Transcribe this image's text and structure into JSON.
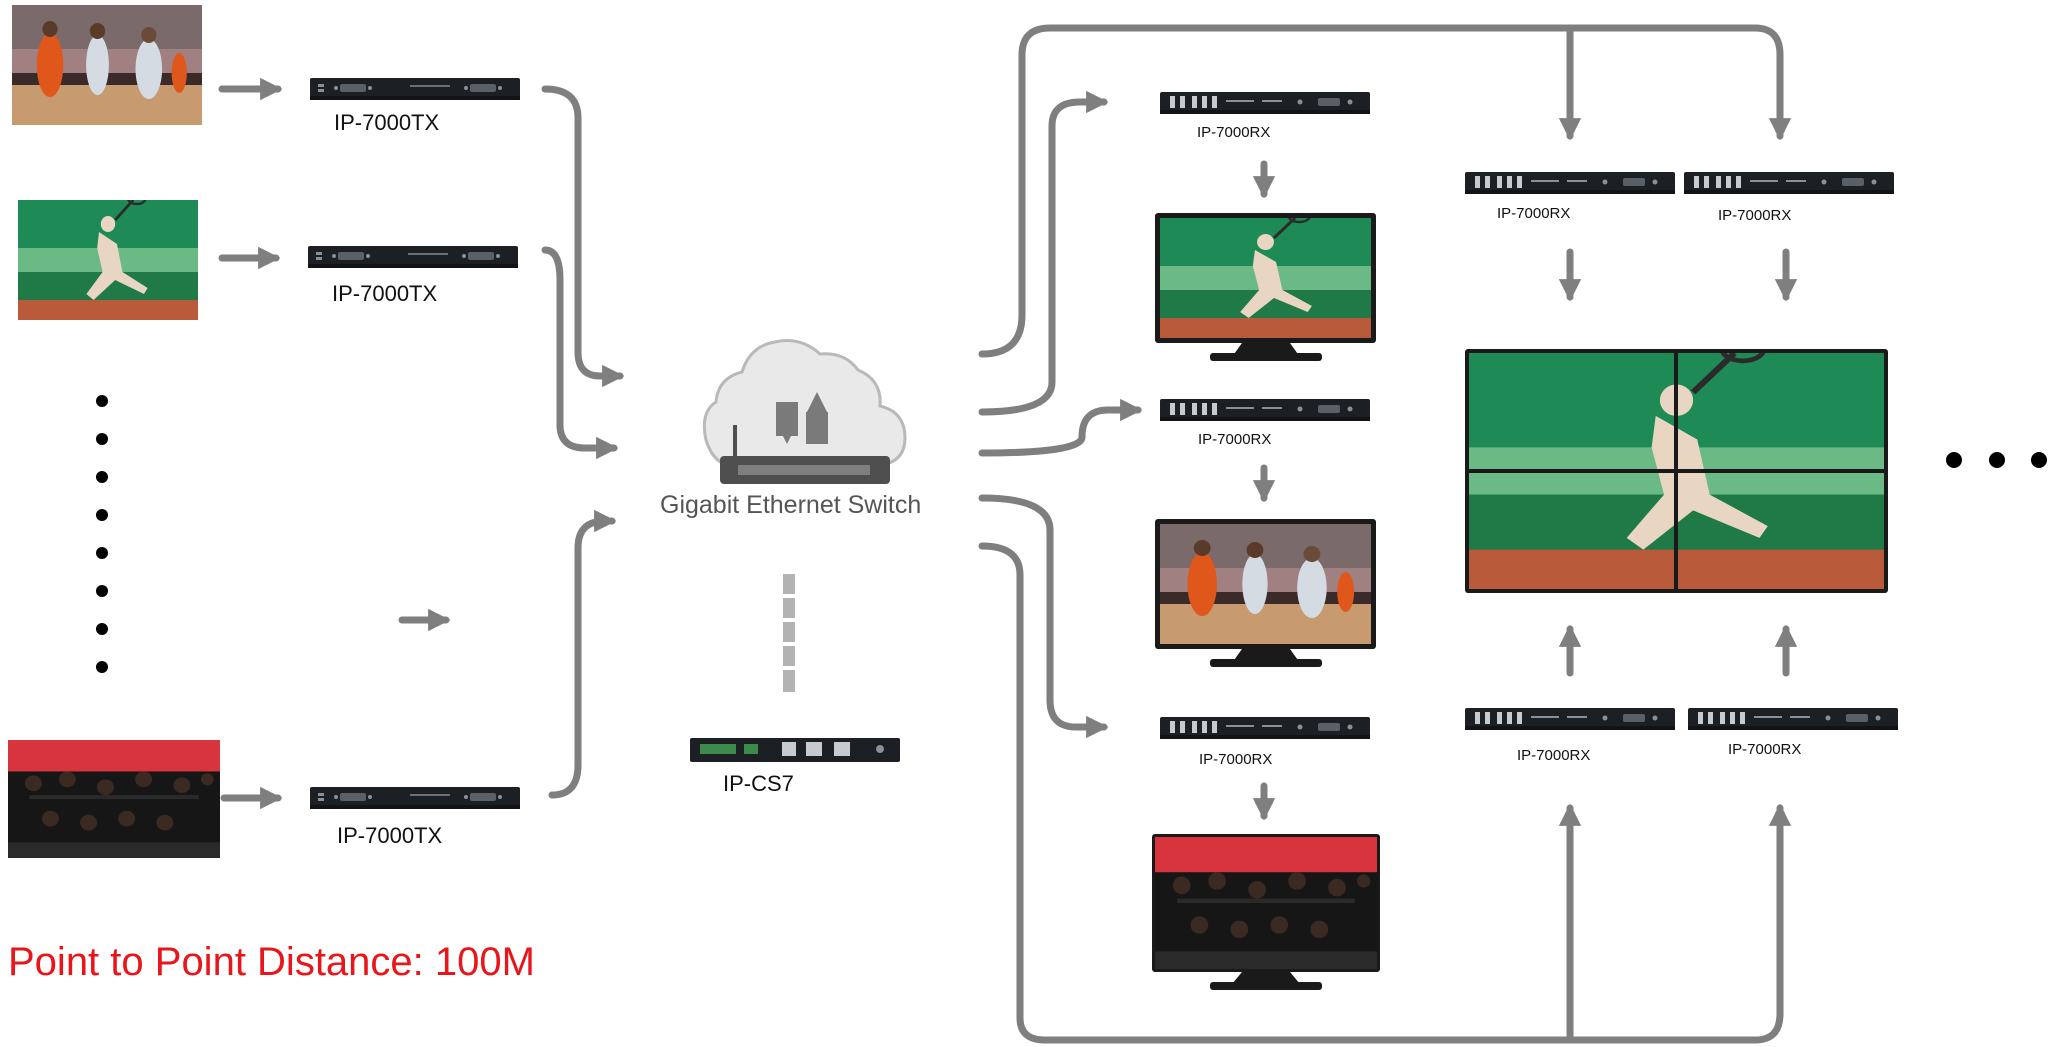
{
  "diagram": {
    "tx_labels": [
      "IP-7000TX",
      "IP-7000TX",
      "IP-7000TX"
    ],
    "switch_label": "Gigabit Ethernet Switch",
    "controller_label": "IP-CS7",
    "rx_labels": [
      "IP-7000RX",
      "IP-7000RX",
      "IP-7000RX",
      "IP-7000RX",
      "IP-7000RX",
      "IP-7000RX",
      "IP-7000RX"
    ],
    "distance_note": "Point to Point Distance: 100M"
  },
  "colors": {
    "arrow": "#7f7f7f",
    "device": "#1c1f24",
    "note": "#e8161a",
    "court": "#1e8a55",
    "court_band": "#6bb985",
    "court_floor": "#b95a3a",
    "crowd": "#3a2a2a",
    "team": "#161616",
    "cloud": "#e9e9ea",
    "cloud_stroke": "#b9b9bb"
  },
  "icons": {
    "source": [
      "basketball-photo",
      "tennis-photo",
      "rugby-photo"
    ],
    "switch": "cloud-switch-icon",
    "controller": "controller-device-icon",
    "display": "monitor-icon",
    "video_wall": "video-wall-icon"
  }
}
